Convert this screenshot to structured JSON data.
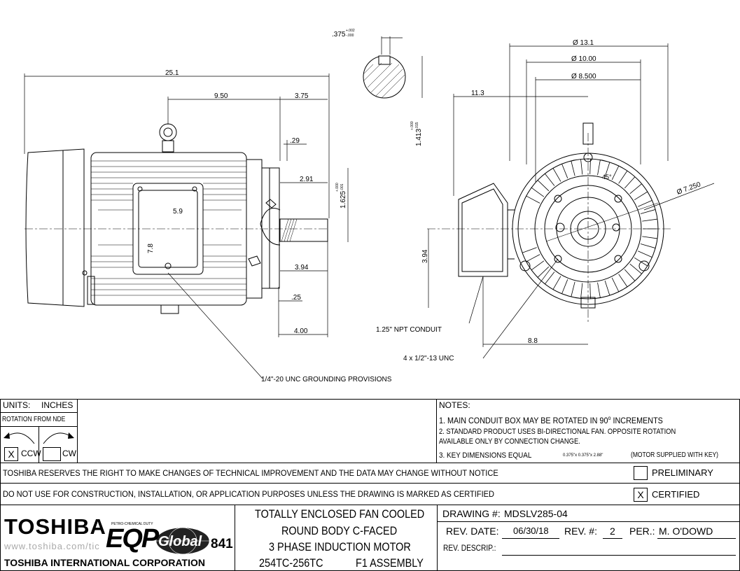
{
  "dimensions": {
    "shaft_tol": ".375",
    "shaft_tol_sup": "+.002",
    "shaft_tol_sub": "-.000",
    "overall_length": "25.1",
    "d_950": "9.50",
    "d_375": "3.75",
    "d_29": ".29",
    "d_291": "2.91",
    "d_59": "5.9",
    "d_78": "7.8",
    "d_394": "3.94",
    "d_25": ".25",
    "d_400": "4.00",
    "d_1625": "1.625",
    "d_1625_sup": "+.000",
    "d_1625_sub": "-.001",
    "d_1413": "1.413",
    "d_1413_sup": "+.000",
    "d_1413_sub": "-.015",
    "dia_131": "Ø 13.1",
    "dia_1000": "Ø 10.00",
    "dia_8500": "Ø 8.500",
    "dia_7250": "Ø 7.250",
    "d_113": "11.3",
    "d_394_end": "3.94",
    "d_88": "8.8",
    "angle_45": "45°",
    "npt_conduit": "1.25\" NPT CONDUIT",
    "bolt_holes": "4 x 1/2\"-13 UNC",
    "grounding": "1/4\"-20 UNC GROUNDING PROVISIONS"
  },
  "title_block": {
    "units_label": "UNITS:",
    "units_value": "INCHES",
    "rotation_label": "ROTATION FROM NDE",
    "ccw_mark": "X",
    "ccw_label": "CCW",
    "cw_mark": "",
    "cw_label": "CW",
    "notes_title": "NOTES:",
    "note1": "1. MAIN CONDUIT BOX MAY BE ROTATED IN 90",
    "note1_sup": "o",
    "note1_end": "INCREMENTS",
    "note2a": "2. STANDARD PRODUCT USES BI-DIRECTIONAL FAN. OPPOSITE ROTATION",
    "note2b": "AVAILABLE ONLY BY CONNECTION CHANGE.",
    "note3": "3. KEY DIMENSIONS EQUAL",
    "note3_key": "0.375\"x 0.375\"x 2.88\"",
    "note3_end": "(MOTOR SUPPLIED WITH KEY)",
    "reserves": "TOSHIBA RESERVES THE RIGHT TO MAKE CHANGES OF TECHNICAL IMPROVEMENT AND THE DATA MAY CHANGE WITHOUT NOTICE",
    "preliminary_mark": "",
    "preliminary_label": "PRELIMINARY",
    "donotuse": "DO NOT USE FOR CONSTRUCTION, INSTALLATION, OR APPLICATION PURPOSES UNLESS THE DRAWING IS MARKED AS CERTIFIED",
    "certified_mark": "X",
    "certified_label": "CERTIFIED",
    "brand": "TOSHIBA",
    "website": "www.toshiba.com/tic",
    "corp": "TOSHIBA INTERNATIONAL CORPORATION",
    "eqp": "EQP",
    "global": "Global",
    "model_841": "841",
    "petro": "PETRO-CHEMICAL DUTY",
    "desc1": "TOTALLY ENCLOSED FAN COOLED",
    "desc2": "ROUND BODY C-FACED",
    "desc3": "3 PHASE INDUCTION MOTOR",
    "frame": "254TC-256TC",
    "assembly": "F1  ASSEMBLY",
    "drawing_label": "DRAWING #:",
    "drawing_value": "MDSLV285-04",
    "revdate_label": "REV. DATE:",
    "revdate_value": "06/30/18",
    "revnum_label": "REV. #:",
    "revnum_value": "2",
    "per_label": "PER.:",
    "per_value": "M. O'DOWD",
    "revdesc_label": "REV. DESCRIP.:",
    "revdesc_value": ""
  }
}
